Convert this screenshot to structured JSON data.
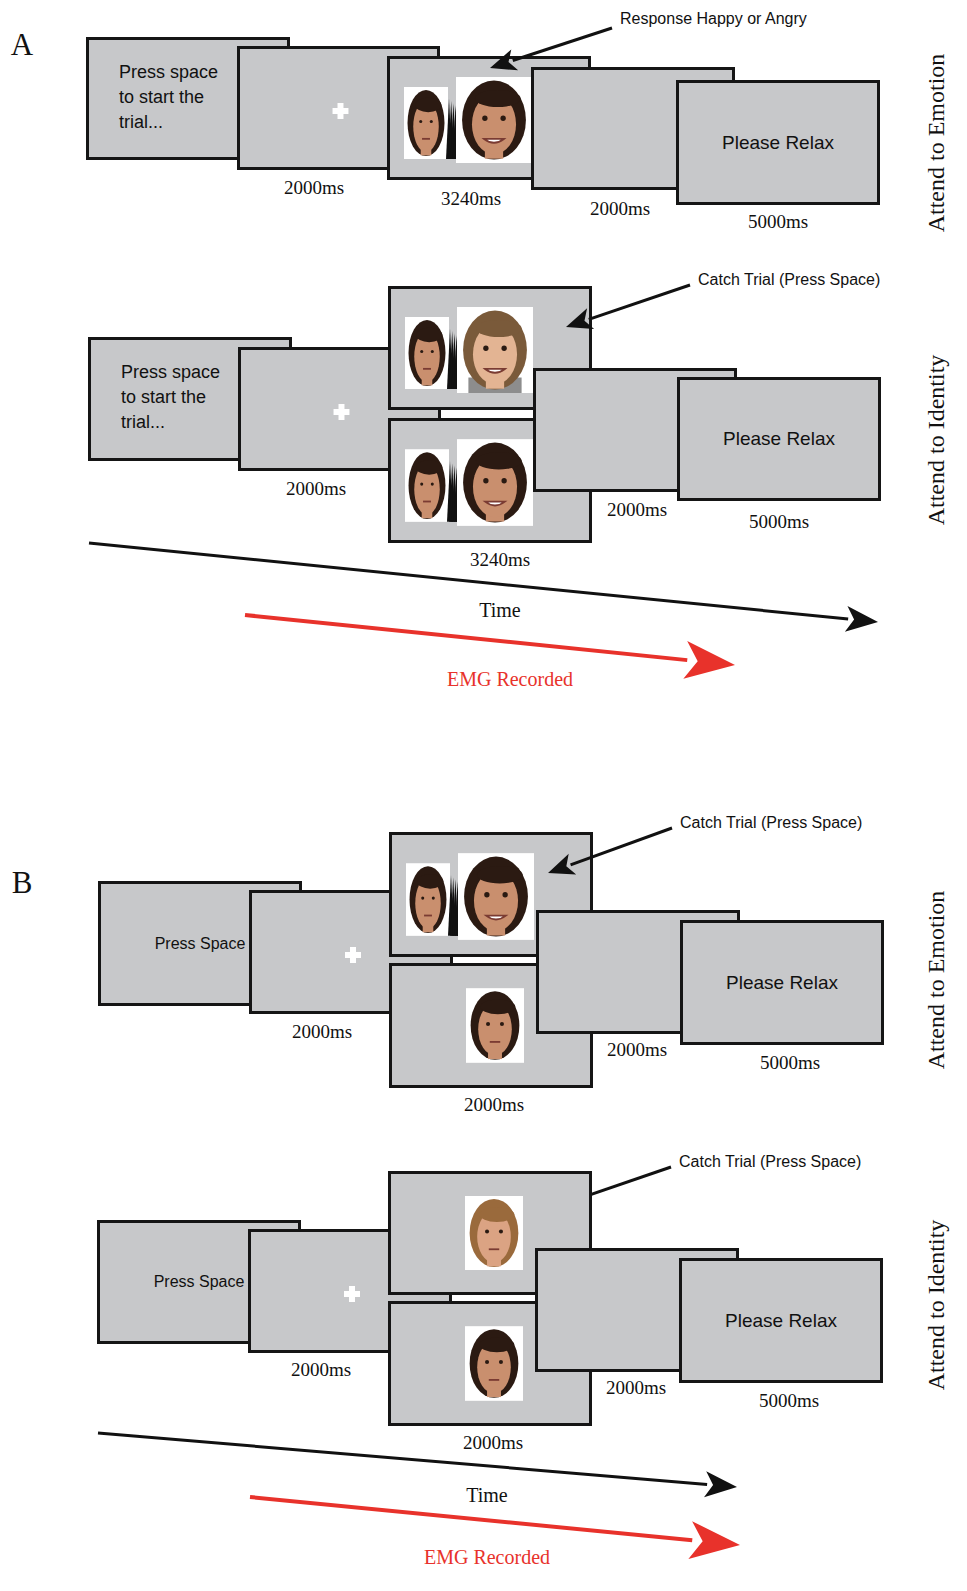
{
  "diagram": {
    "nodes": [
      {
        "text": [
          "Press space to start the trial..."
        ]
      },
      {
        "text": [
          "Please Relax"
        ]
      },
      {
        "text": [
          "Press space to start the trial..."
        ]
      },
      {
        "text": [
          "Please Relax"
        ]
      },
      {
        "text": [
          "Press Space"
        ]
      },
      {
        "text": [
          "Please Relax"
        ]
      },
      {
        "text": [
          "Press Space"
        ]
      },
      {
        "text": [
          "Please Relax"
        ]
      }
    ],
    "labels": [
      "A",
      "Response Happy or Angry",
      "Attend to Emotion",
      "2000ms",
      "3240ms",
      "2000ms",
      "5000ms",
      "Catch Trial (Press Space)",
      "Attend to Identity",
      "2000ms",
      "2000ms",
      "5000ms",
      "3240ms",
      "Time",
      "EMG Recorded",
      "B",
      "Catch Trial (Press Space)",
      "Attend to Emotion",
      "2000ms",
      "2000ms",
      "5000ms",
      "2000ms",
      "Catch Trial (Press Space)",
      "Attend to Identity",
      "2000ms",
      "2000ms",
      "5000ms",
      "2000ms",
      "Time",
      "EMG Recorded"
    ]
  }
}
